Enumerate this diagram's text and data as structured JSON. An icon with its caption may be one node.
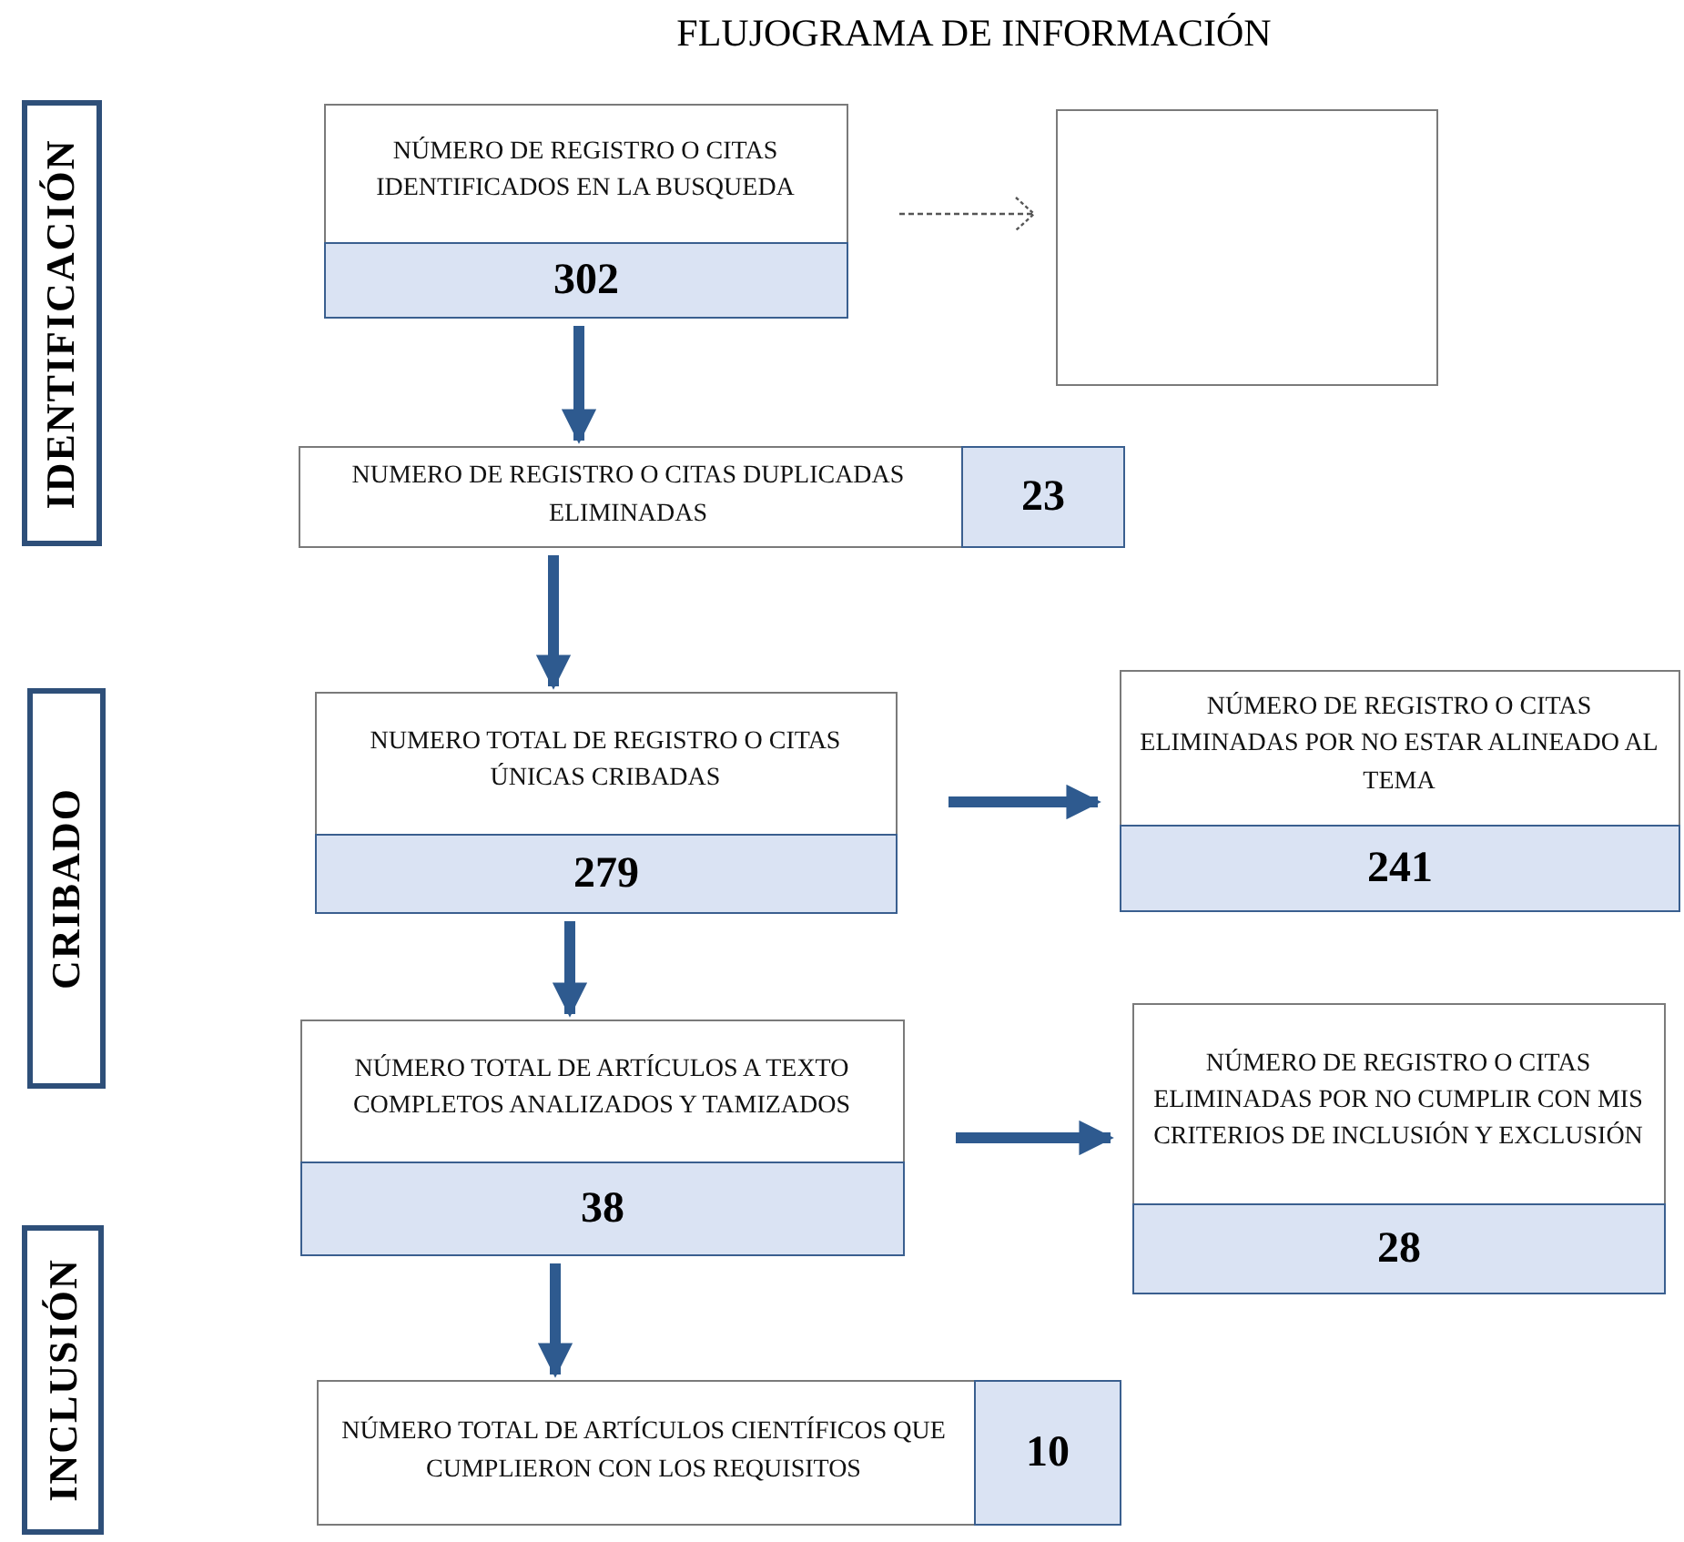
{
  "diagram": {
    "title": "FLUJOGRAMA DE INFORMACIÓN",
    "nodes": [
      {
        "text": [
          "IDENTIFICACIÓN"
        ]
      },
      {
        "text": [
          "CRIBADO"
        ]
      },
      {
        "text": [
          "INCLUSIÓN"
        ]
      },
      {
        "text": [
          "NÚMERO DE REGISTRO O CITAS IDENTIFICADOS EN LA BUSQUEDA",
          "302"
        ]
      },
      {
        "text": [],
        "shape": "box"
      },
      {
        "text": [
          "NUMERO DE REGISTRO O CITAS DUPLICADAS ELIMINADAS",
          "23"
        ]
      },
      {
        "text": [
          "NUMERO TOTAL DE REGISTRO O CITAS ÚNICAS CRIBADAS",
          "279"
        ]
      },
      {
        "text": [
          "NÚMERO DE REGISTRO O CITAS ELIMINADAS POR NO ESTAR ALINEADO AL TEMA",
          "241"
        ]
      },
      {
        "text": [
          "NÚMERO TOTAL DE ARTÍCULOS A TEXTO COMPLETOS ANALIZADOS Y TAMIZADOS",
          "38"
        ]
      },
      {
        "text": [
          "NÚMERO DE REGISTRO O CITAS ELIMINADAS POR NO CUMPLIR CON MIS CRITERIOS DE INCLUSIÓN Y EXCLUSIÓN",
          "28"
        ]
      },
      {
        "text": [
          "NÚMERO TOTAL DE ARTÍCULOS CIENTÍFICOS QUE CUMPLIERON CON LOS REQUISITOS",
          "10"
        ]
      }
    ],
    "edges": [
      {
        "from": 3,
        "to": 4,
        "arrow": "to",
        "style": "dashed",
        "color": "#555555"
      },
      {
        "from": 3,
        "to": 5,
        "arrow": "to"
      },
      {
        "from": 5,
        "to": 6,
        "arrow": "to"
      },
      {
        "from": 6,
        "to": 7,
        "arrow": "to"
      },
      {
        "from": 6,
        "to": 8,
        "arrow": "to"
      },
      {
        "from": 8,
        "to": 9,
        "arrow": "to"
      },
      {
        "from": 8,
        "to": 10,
        "arrow": "to"
      }
    ]
  }
}
